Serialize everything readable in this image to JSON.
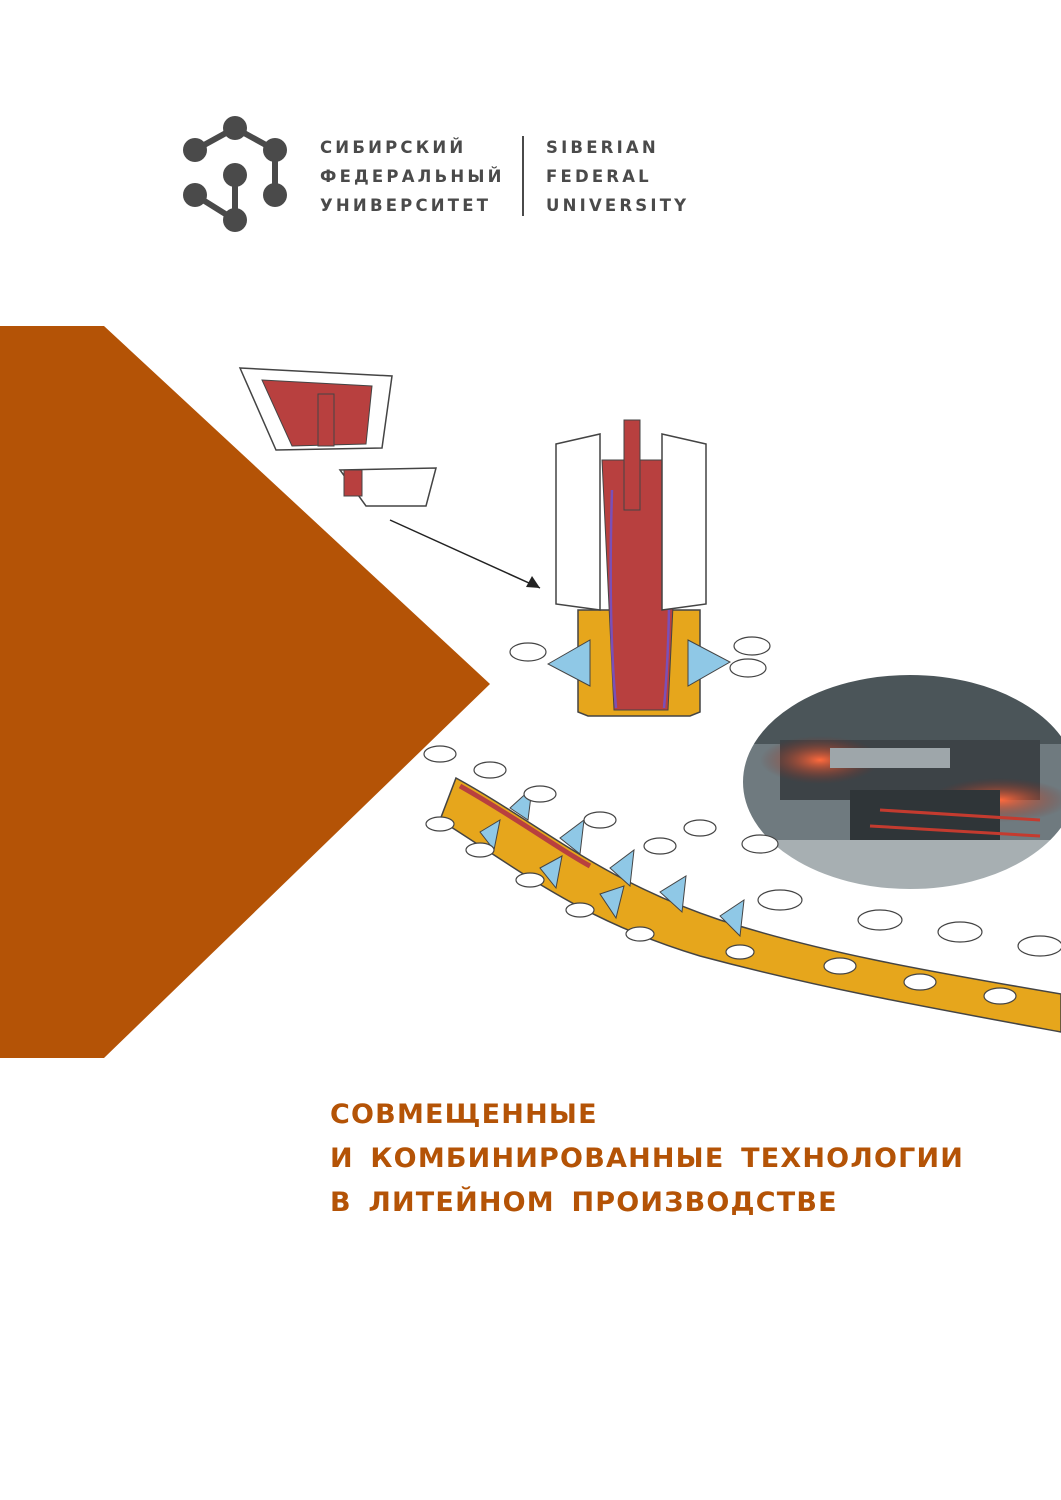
{
  "publisher": {
    "name_ru": [
      "СИБИРСКИЙ",
      "ФЕДЕРАЛЬНЫЙ",
      "УНИВЕРСИТЕТ"
    ],
    "name_en": [
      "SIBERIAN",
      "FEDERAL",
      "UNIVERSITY"
    ]
  },
  "book": {
    "title_lines": [
      "СОВМЕЩЕННЫЕ",
      "И КОМБИНИРОВАННЫЕ ТЕХНОЛОГИИ",
      "В ЛИТЕЙНОМ ПРОИЗВОДСТВЕ"
    ]
  },
  "colors": {
    "accent": "#b45306",
    "logo": "#4a4a4a",
    "metal": "#b8403f",
    "slab": "#e6a61c",
    "cooling": "#8fc8e6"
  }
}
